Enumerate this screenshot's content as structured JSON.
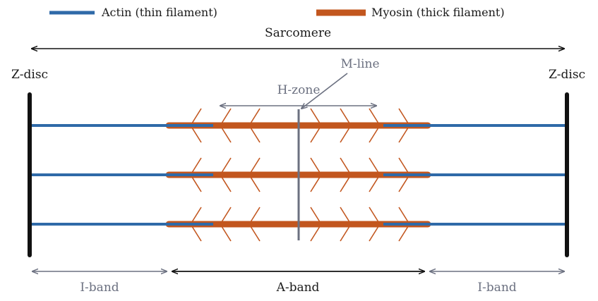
{
  "legend": {
    "actin": {
      "label": "Actin (thin filament)",
      "color": "#2f6aa8"
    },
    "myosin": {
      "label": "Myosin (thick filament)",
      "color": "#c2561e"
    }
  },
  "labels": {
    "sarcomere": "Sarcomere",
    "z_disc_left": "Z-disc",
    "z_disc_right": "Z-disc",
    "m_line": "M-line",
    "h_zone": "H-zone",
    "i_band_left": "I-band",
    "a_band": "A-band",
    "i_band_right": "I-band"
  },
  "colors": {
    "z_disc": "#111111",
    "m_line": "#6b7080",
    "annotation_grey": "#6b7080",
    "annotation_dark": "#111111"
  }
}
